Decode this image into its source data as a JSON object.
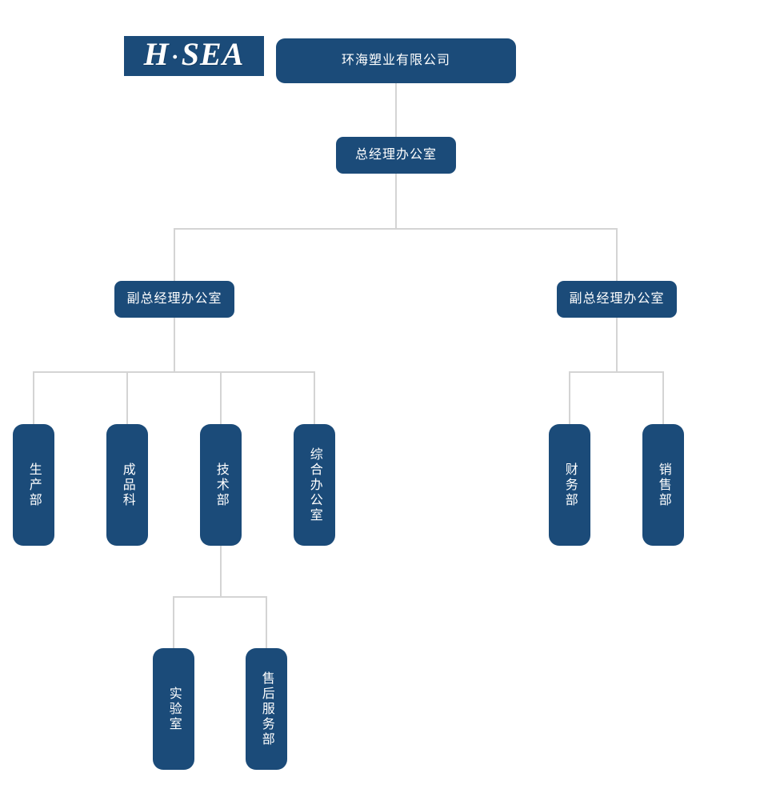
{
  "theme": {
    "node_fill": "#1b4b79",
    "node_text": "#ffffff",
    "connector": "#d4d4d4",
    "background": "#ffffff"
  },
  "brand": {
    "logo_main": "H",
    "logo_dot": "·",
    "logo_secondary": "SEA",
    "logo_full": "H·SEA"
  },
  "org_chart": {
    "title": "环海塑业有限公司",
    "levels": {
      "root": {
        "label": "环海塑业有限公司"
      },
      "level2": {
        "label": "总经理办公室"
      },
      "level3": [
        {
          "label": "副总经理办公室"
        },
        {
          "label": "副总经理办公室"
        }
      ],
      "level4_left": [
        {
          "label": "生产部"
        },
        {
          "label": "成品科"
        },
        {
          "label": "技术部"
        },
        {
          "label": "综合办公室"
        }
      ],
      "level4_right": [
        {
          "label": "财务部"
        },
        {
          "label": "销售部"
        }
      ],
      "level5": [
        {
          "label": "实验室"
        },
        {
          "label": "售后服务部"
        }
      ]
    }
  }
}
